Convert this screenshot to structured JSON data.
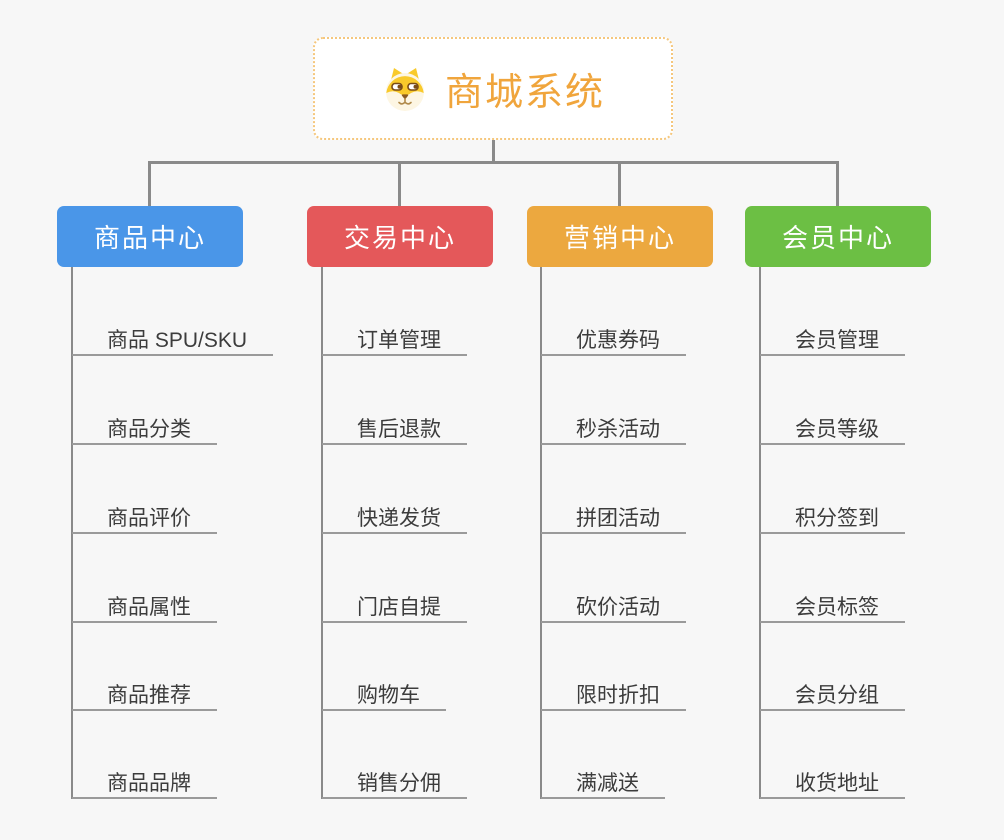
{
  "colors": {
    "background": "#f7f7f7",
    "line": "#8a8a8a",
    "leaf_underline": "#9a9a9a",
    "leaf_text": "#3c3c3c",
    "root_text": "#f0a53c",
    "root_border": "#f5c77d"
  },
  "root": {
    "title": "商城系统",
    "icon": "dog-face-icon"
  },
  "branches": [
    {
      "label": "商品中心",
      "color": "#4a96e8",
      "children": [
        "商品 SPU/SKU",
        "商品分类",
        "商品评价",
        "商品属性",
        "商品推荐",
        "商品品牌"
      ]
    },
    {
      "label": "交易中心",
      "color": "#e4585a",
      "children": [
        "订单管理",
        "售后退款",
        "快递发货",
        "门店自提",
        "购物车",
        "销售分佣"
      ]
    },
    {
      "label": "营销中心",
      "color": "#eca83f",
      "children": [
        "优惠券码",
        "秒杀活动",
        "拼团活动",
        "砍价活动",
        "限时折扣",
        "满减送"
      ]
    },
    {
      "label": "会员中心",
      "color": "#6cbf44",
      "children": [
        "会员管理",
        "会员等级",
        "积分签到",
        "会员标签",
        "会员分组",
        "收货地址"
      ]
    }
  ]
}
